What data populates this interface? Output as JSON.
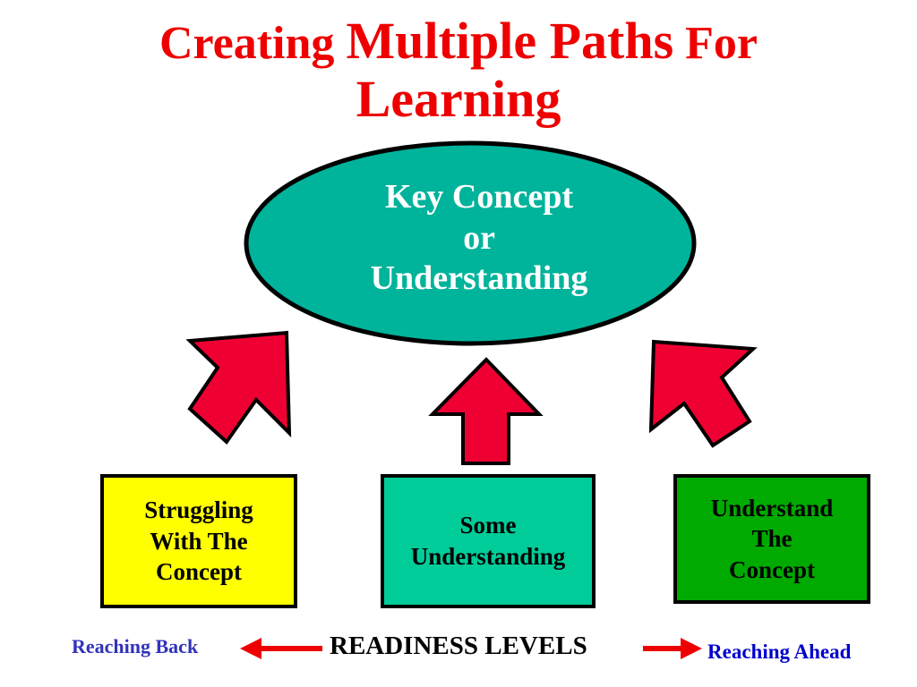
{
  "title": {
    "part1": "Creating ",
    "part2": "Multiple Paths",
    "part3": " For",
    "line2": "Learning"
  },
  "ellipse": {
    "line1": "Key Concept",
    "line2": "or",
    "line3": "Understanding"
  },
  "boxes": {
    "left": [
      "Struggling",
      "With The",
      "Concept"
    ],
    "middle": [
      "Some",
      "Understanding"
    ],
    "right": [
      "Understand",
      "The",
      "Concept"
    ]
  },
  "bottom": {
    "reaching_back": "Reaching Back",
    "readiness_levels": "READINESS LEVELS",
    "reaching_ahead": "Reaching Ahead"
  },
  "colors": {
    "title": "#ee0000",
    "ellipse_fill": "#00b39b",
    "arrow_fill": "#ee0033",
    "box_left": "#ffff00",
    "box_middle": "#00cc99",
    "box_right": "#00aa00",
    "reaching_back": "#3333bb",
    "reaching_ahead": "#0000cc",
    "bottom_arrows": "#ee0000"
  }
}
